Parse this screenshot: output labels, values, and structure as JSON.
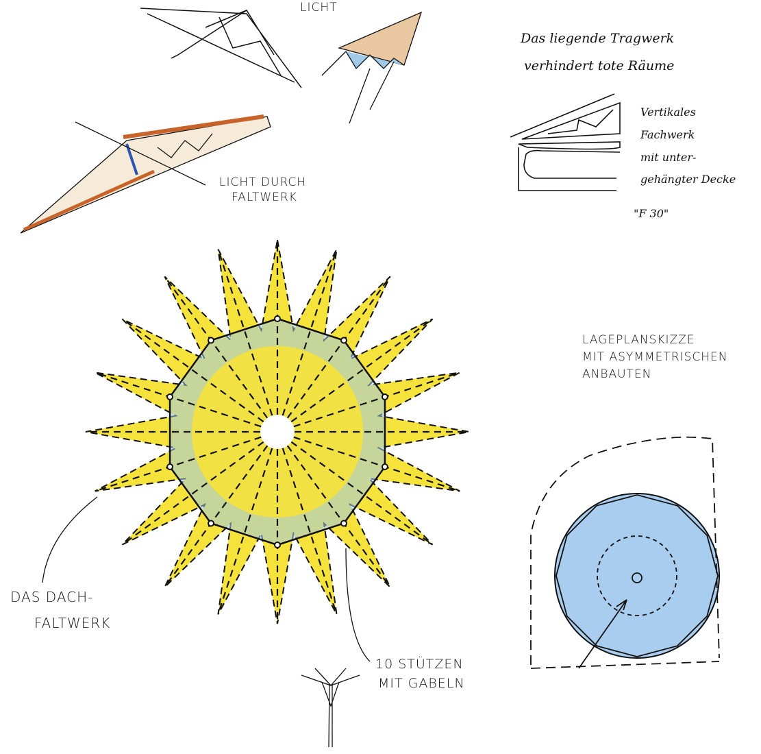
{
  "sketch": {
    "label_licht": "LICHT",
    "label_licht_durch": "LICHT DURCH",
    "label_faltwerk": "FALTWERK",
    "note_line1": "Das liegende Tragwerk",
    "note_line2": "verhindert tote Räume",
    "truss_line1": "Vertikales",
    "truss_line2": "Fachwerk",
    "truss_line3": "mit unter-",
    "truss_line4": "gehängter Decke",
    "fire_rating": "\"F 30\"",
    "site_line1": "LAGEPLANSKIZZE",
    "site_line2": "MIT ASYMMETRISCHEN",
    "site_line3": "ANBAUTEN",
    "roof_line1": "DAS DACH-",
    "roof_line2": "FALTWERK",
    "columns_line1": "10 STÜTZEN",
    "columns_line2": "MIT GABELN"
  },
  "colors": {
    "yellow": "#f5e23a",
    "blue": "#9fcbe8",
    "orange": "#c8642a",
    "ink": "#111111"
  }
}
